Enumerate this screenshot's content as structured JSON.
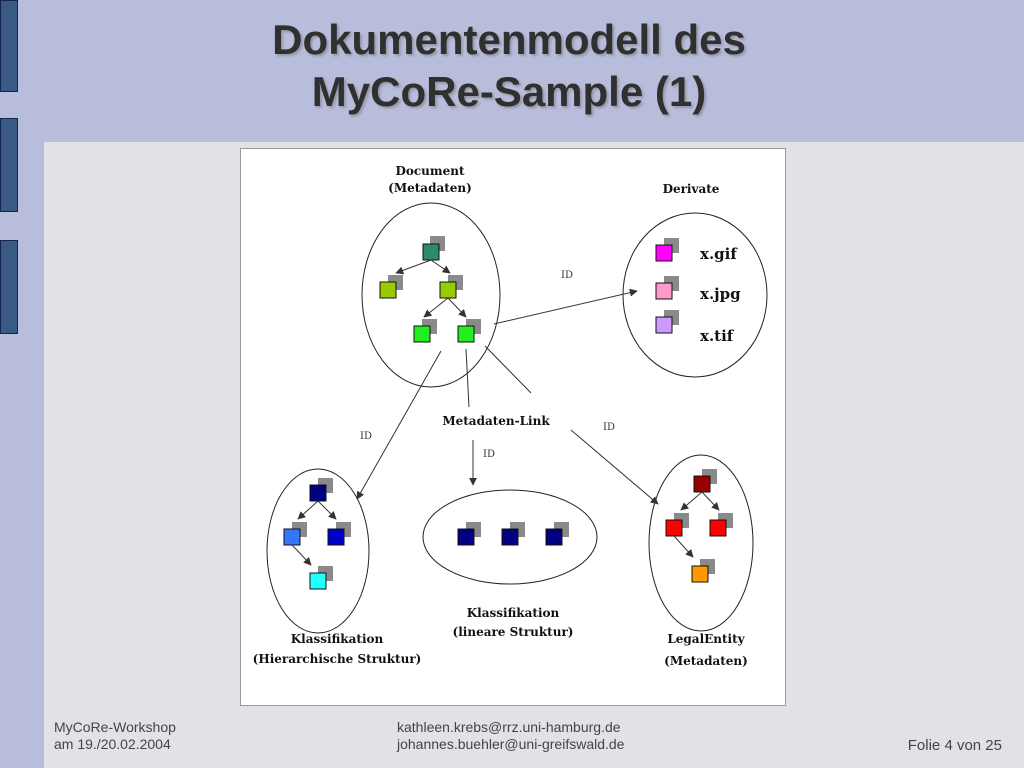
{
  "title": {
    "line1": "Dokumentenmodell des",
    "line2": "MyCoRe-Sample (1)"
  },
  "diagram": {
    "document_label": [
      "Document",
      "(Metadaten)"
    ],
    "derivate_label": "Derivate",
    "files": [
      "x.gif",
      "x.jpg",
      "x.tif"
    ],
    "metadata_link_label": "Metadaten-Link",
    "id_label": "ID",
    "klass_hier_label": [
      "Klassifikation",
      "(Hierarchische Struktur)"
    ],
    "klass_lin_label": [
      "Klassifikation",
      "(lineare Struktur)"
    ],
    "legal_label": [
      "LegalEntity",
      "(Metadaten)"
    ],
    "colors": {
      "doc_root": "#2e8b6a",
      "doc_olive": "#99cc00",
      "doc_green": "#22ee22",
      "gif": "#ff00ff",
      "jpg": "#ff99cc",
      "tif": "#cc99ff",
      "hier_root": "#000080",
      "hier_blue": "#3377ff",
      "hier_dark": "#0000cc",
      "hier_cyan": "#22ffff",
      "lin_navy": "#000080",
      "legal_root": "#990000",
      "legal_red": "#ff0000",
      "legal_orange": "#ff9900"
    }
  },
  "footer": {
    "left_line1": "MyCoRe-Workshop",
    "left_line2": "am 19./20.02.2004",
    "center_line1": "kathleen.krebs@rrz.uni-hamburg.de",
    "center_line2": "johannes.buehler@uni-greifswald.de",
    "page": "Folie 4 von 25"
  }
}
